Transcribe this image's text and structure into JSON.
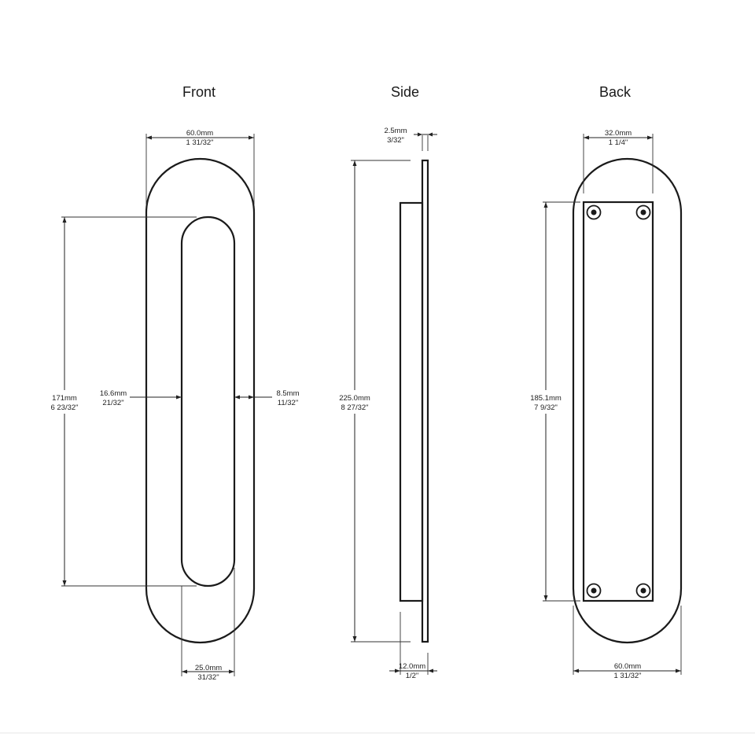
{
  "views": {
    "front": {
      "title": "Front"
    },
    "side": {
      "title": "Side"
    },
    "back": {
      "title": "Back"
    }
  },
  "dimensions": {
    "front_width": {
      "mm": "60.0mm",
      "inch": "1 31/32\""
    },
    "front_slot_length": {
      "mm": "171mm",
      "inch": "6 23/32\""
    },
    "front_left_margin": {
      "mm": "16.6mm",
      "inch": "21/32\""
    },
    "front_right_margin": {
      "mm": "8.5mm",
      "inch": "11/32\""
    },
    "front_slot_width": {
      "mm": "25.0mm",
      "inch": "31/32\""
    },
    "side_plate_thickness": {
      "mm": "2.5mm",
      "inch": "3/32\""
    },
    "side_height": {
      "mm": "225.0mm",
      "inch": "8 27/32\""
    },
    "side_depth": {
      "mm": "12.0mm",
      "inch": "1/2\""
    },
    "back_plate_width": {
      "mm": "32.0mm",
      "inch": "1 1/4\""
    },
    "back_plate_height": {
      "mm": "185.1mm",
      "inch": "7 9/32\""
    },
    "back_width": {
      "mm": "60.0mm",
      "inch": "1 31/32\""
    }
  },
  "colors": {
    "line": "#1a1a1a",
    "background": "#ffffff"
  }
}
